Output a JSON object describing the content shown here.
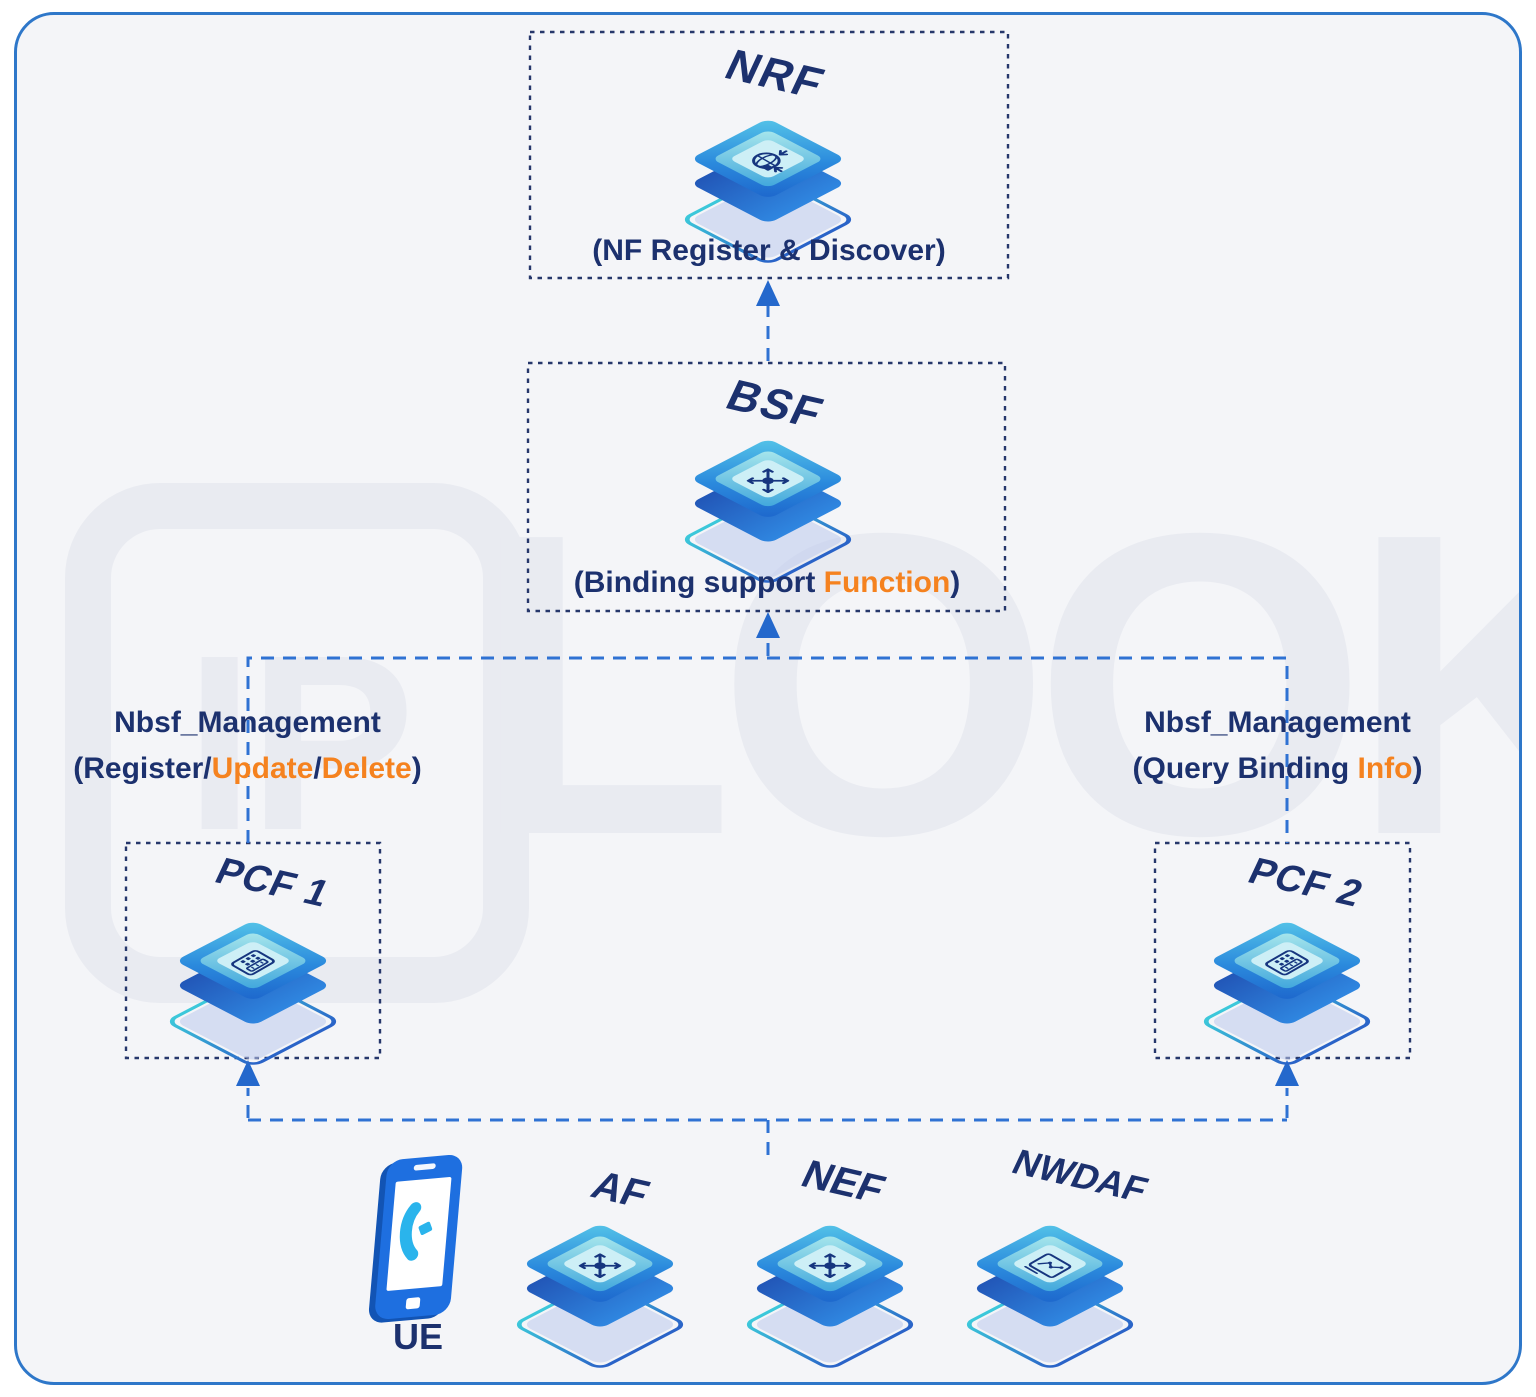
{
  "diagram": {
    "watermark": {
      "ip": "IP",
      "look": "LOOK"
    },
    "nodes": {
      "nrf": {
        "title": "NRF",
        "caption_parts": [
          {
            "t": "(NF Register & Discover)",
            "c": "navy"
          }
        ]
      },
      "bsf": {
        "title": "BSF",
        "caption_parts": [
          {
            "t": "(Binding support ",
            "c": "navy"
          },
          {
            "t": "Function",
            "c": "orange"
          },
          {
            "t": ")",
            "c": "navy"
          }
        ]
      },
      "pcf1": {
        "title": "PCF 1"
      },
      "pcf2": {
        "title": "PCF 2"
      },
      "ue": {
        "title": "UE"
      },
      "af": {
        "title": "AF"
      },
      "nef": {
        "title": "NEF"
      },
      "nwdaf": {
        "title": "NWDAF"
      }
    },
    "labels": {
      "left": {
        "line1": "Nbsf_Management",
        "line2_parts": [
          {
            "t": "(Register/",
            "c": "navy"
          },
          {
            "t": "Update",
            "c": "orange"
          },
          {
            "t": "/",
            "c": "navy"
          },
          {
            "t": "Delete",
            "c": "orange"
          },
          {
            "t": ")",
            "c": "navy"
          }
        ]
      },
      "right": {
        "line1": "Nbsf_Management",
        "line2_parts": [
          {
            "t": "(Query Binding ",
            "c": "navy"
          },
          {
            "t": "Info",
            "c": "orange"
          },
          {
            "t": ")",
            "c": "navy"
          }
        ]
      }
    },
    "colors": {
      "navy_text": "#1c316e",
      "orange_text": "#f5821f",
      "connector_blue": "#2f72d3",
      "box_dash": "#26376b",
      "frame_border": "#2e77c9",
      "background": "#f4f5f8",
      "icon_top_light": "#4fb9e6",
      "icon_top_dark": "#1d66cc",
      "icon_teal_ring": "#a8e7ec",
      "phone_blue": "#1e6fe0",
      "handset_cyan": "#2ab4ec",
      "watermark_gray": "#e9ebf1"
    }
  }
}
